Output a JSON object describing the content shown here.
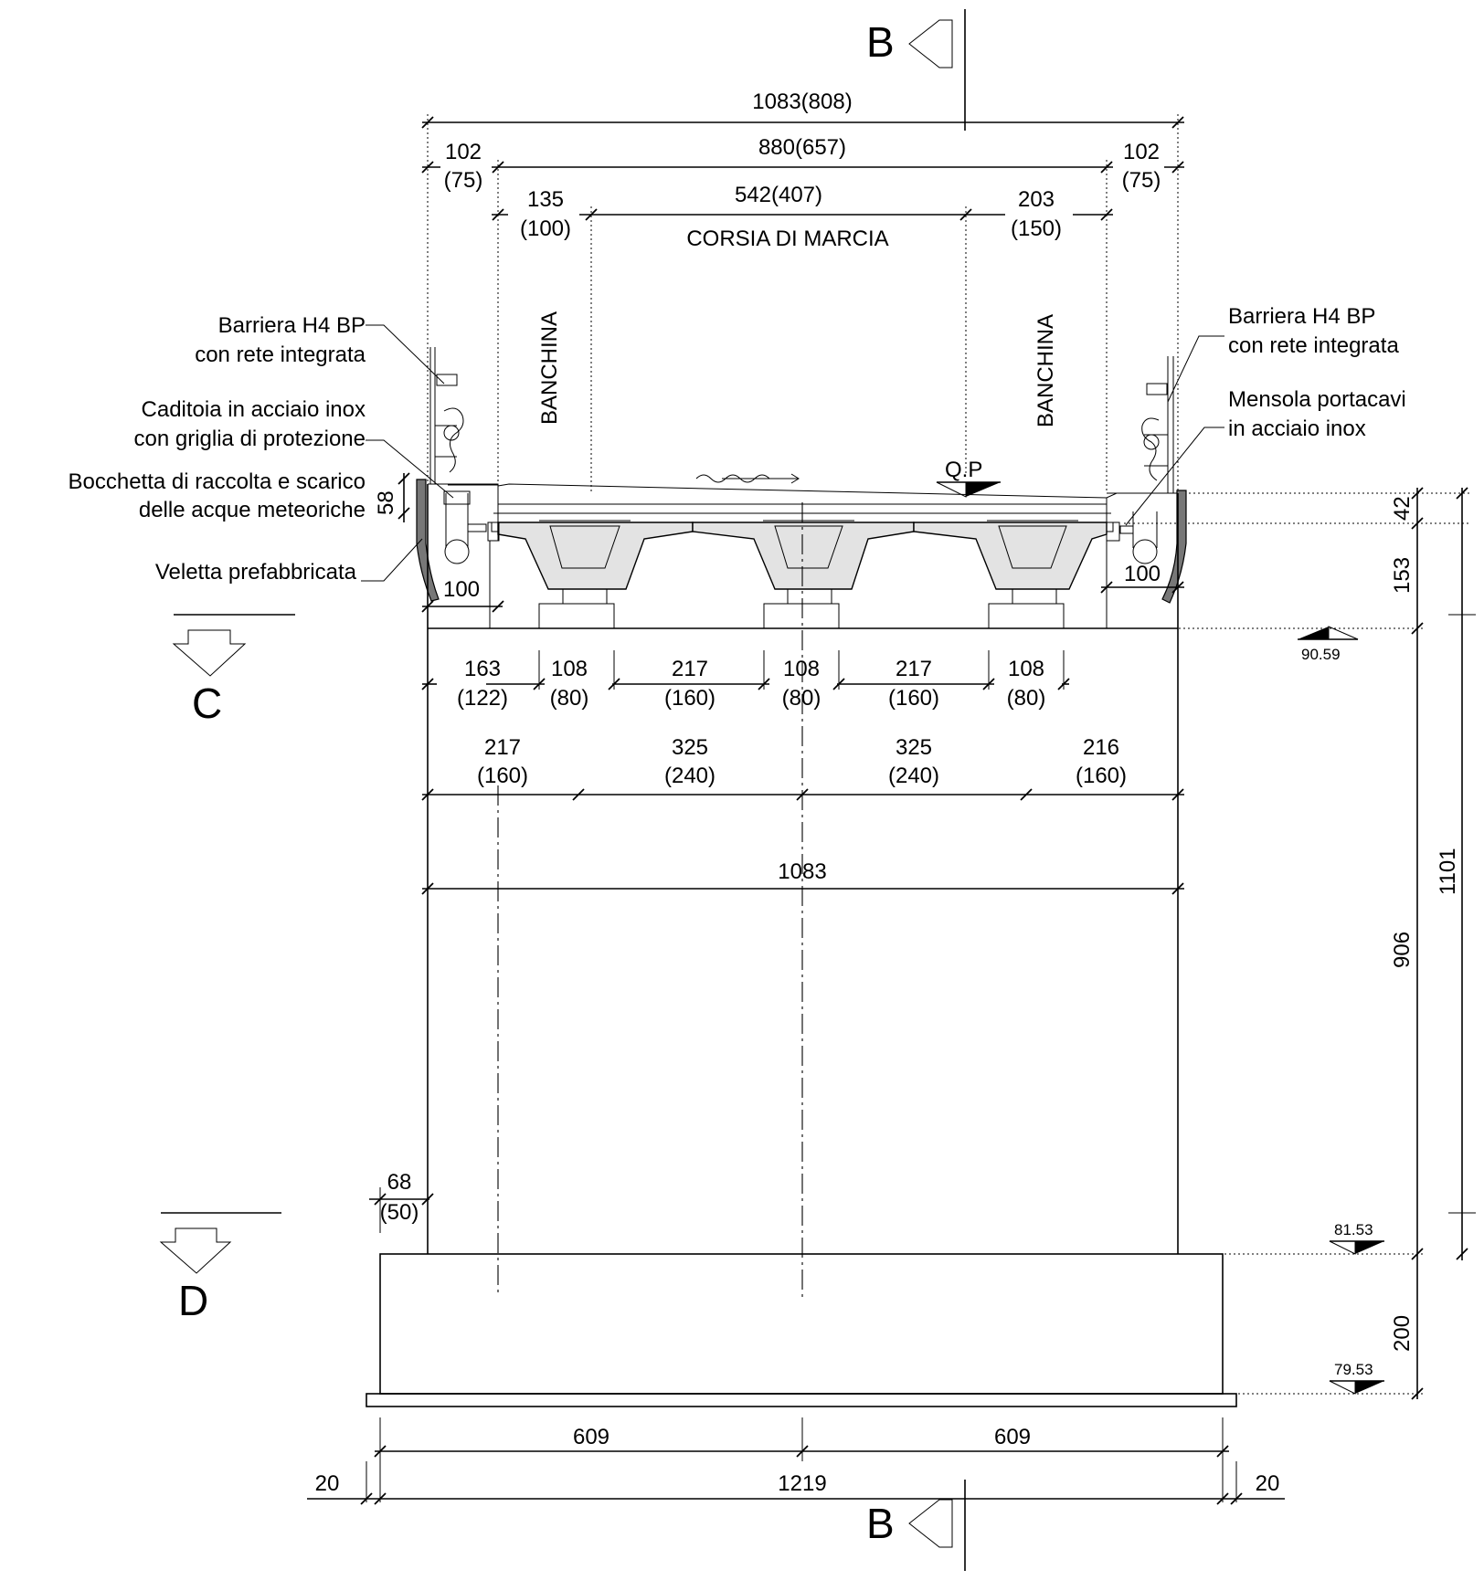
{
  "section_markers": {
    "top": "B",
    "bottom": "B",
    "left_upper": "C",
    "left_lower": "D"
  },
  "dimensions_top": {
    "overall": "1083(808)",
    "left_edge_top": "102",
    "left_edge_bottom": "(75)",
    "deck": "880(657)",
    "right_edge_top": "102",
    "right_edge_bottom": "(75)",
    "shoulder_left_top": "135",
    "shoulder_left_bottom": "(100)",
    "lane": "542(407)",
    "shoulder_right_top": "203",
    "shoulder_right_bottom": "(150)"
  },
  "deck_labels": {
    "lane_name": "CORSIA DI MARCIA",
    "shoulder_left": "BANCHINA",
    "shoulder_right": "BANCHINA",
    "qp": "Q.P"
  },
  "callouts": {
    "barrier_left_1": "Barriera H4 BP",
    "barrier_left_2": "con rete integrata",
    "drain_1": "Caditoia in acciaio inox",
    "drain_2": "con griglia di protezione",
    "outlet_1": "Bocchetta di raccolta e scarico",
    "outlet_2": "delle acque meteoriche",
    "fascia": "Veletta prefabbricata",
    "barrier_right_1": "Barriera H4 BP",
    "barrier_right_2": "con rete integrata",
    "bracket_1": "Mensola portacavi",
    "bracket_2": "in acciaio inox"
  },
  "dims_deck_side": {
    "curb_left": "58",
    "overhang_left": "100",
    "overhang_right": "100",
    "slab": "42",
    "beam": "153",
    "pier": "906",
    "total": "1101",
    "footing": "200"
  },
  "levels": {
    "cap_top": "90.59",
    "footing_top": "81.53",
    "footing_bottom": "79.53"
  },
  "dims_bearings": [
    {
      "top": "163",
      "bottom": "(122)"
    },
    {
      "top": "108",
      "bottom": "(80)"
    },
    {
      "top": "217",
      "bottom": "(160)"
    },
    {
      "top": "108",
      "bottom": "(80)"
    },
    {
      "top": "217",
      "bottom": "(160)"
    },
    {
      "top": "108",
      "bottom": "(80)"
    }
  ],
  "dims_axes": [
    {
      "top": "217",
      "bottom": "(160)"
    },
    {
      "top": "325",
      "bottom": "(240)"
    },
    {
      "top": "325",
      "bottom": "(240)"
    },
    {
      "top": "216",
      "bottom": "(160)"
    }
  ],
  "dims_pier": {
    "width": "1083",
    "batter_top": "68",
    "batter_bottom": "(50)"
  },
  "dims_footing": {
    "half_left": "609",
    "half_right": "609",
    "width": "1219",
    "lean_left": "20",
    "lean_right": "20"
  }
}
